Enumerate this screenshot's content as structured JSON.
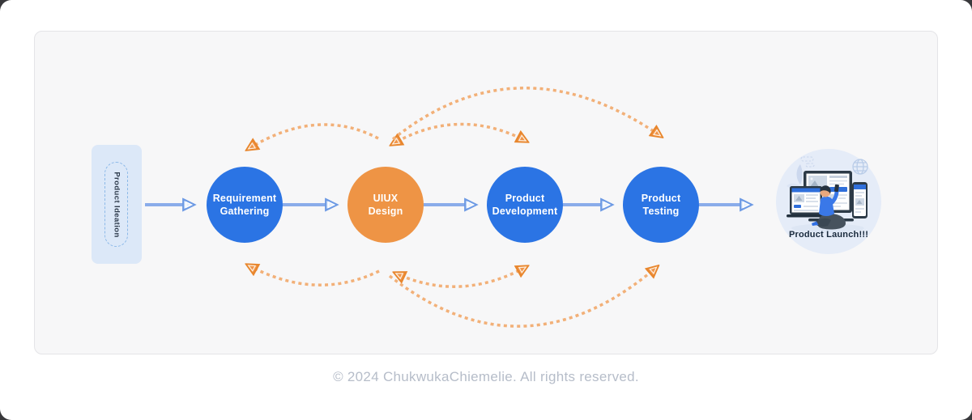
{
  "diagram": {
    "start_label": "Product Ideation",
    "nodes": [
      {
        "id": "requirement-gathering",
        "line1": "Requirement",
        "line2": "Gathering",
        "color": "#2b74e4"
      },
      {
        "id": "uiux-design",
        "line1": "UIUX",
        "line2": "Design",
        "color": "#ee9445"
      },
      {
        "id": "product-development",
        "line1": "Product",
        "line2": "Development",
        "color": "#2b74e4"
      },
      {
        "id": "product-testing",
        "line1": "Product",
        "line2": "Testing",
        "color": "#2b74e4"
      }
    ],
    "end_label": "Product Launch!!!",
    "colors": {
      "node_blue": "#2b74e4",
      "node_orange": "#ee9445",
      "flow_arrow_blue": "#8aacea",
      "feedback_dash_orange": "#f2b078",
      "feedback_arrowhead_orange": "#e8862d",
      "panel_background": "#f7f7f8",
      "ideation_box_background": "#dce8f8",
      "launch_circle_background": "#e5ecf8"
    }
  },
  "footer": {
    "copyright": "© 2024 ChukwukaChiemelie. All rights reserved."
  }
}
